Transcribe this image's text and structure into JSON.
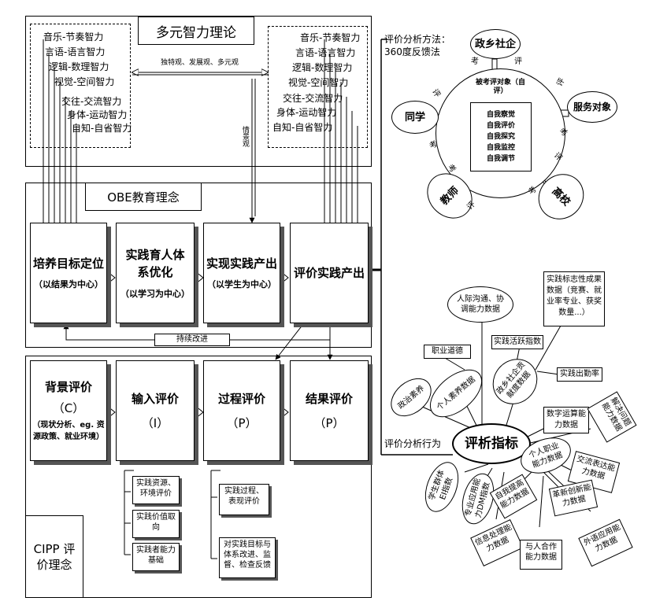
{
  "mi_title": "多元智力理论",
  "mi_left": [
    "音乐-节奏智力",
    "言语-语言智力",
    "逻辑-数理智力",
    "视觉-空间智力",
    "交往-交流智力",
    "身体-运动智力",
    "自知-自省智力"
  ],
  "mi_right": [
    "音乐-节奏智力",
    "言语-语言智力",
    "逻辑-数理智力",
    "视觉-空间智力",
    "交往-交流智力",
    "身体-运动智力",
    "自知-自省智力"
  ],
  "mi_views": "独特观、发展观、多元观",
  "situational_view": "情景观",
  "obe_title": "OBE教育理念",
  "obe_boxes": [
    {
      "title": "培养目标定位",
      "sub": "（以结果为中心）"
    },
    {
      "title": "实践育人体系优化",
      "sub": "（以学习为中心）"
    },
    {
      "title": "实现实践产出",
      "sub": "（以学生为中心）"
    },
    {
      "title": "评价实践产出",
      "sub": ""
    }
  ],
  "continuous": "持续改进",
  "cipp_boxes": [
    {
      "title": "背景评价",
      "letter": "（C）",
      "sub": "（现状分析、eg. 资源政策、就业环境）"
    },
    {
      "title": "输入评价",
      "letter": "（I）",
      "sub": ""
    },
    {
      "title": "过程评价",
      "letter": "（P）",
      "sub": ""
    },
    {
      "title": "结果评价",
      "letter": "（P）",
      "sub": ""
    }
  ],
  "input_items": [
    "实践资源、环境评价",
    "实践价值取向",
    "实践者能力基础"
  ],
  "process_items": [
    "实践过程、表现评价",
    "对实践目标与体系改进、监督、检查反馈"
  ],
  "cipp_label": "CIPP 评价理念",
  "feedback": {
    "method": "评价分析方法：360度反馈法",
    "center_title": "被考评对象（自评）",
    "center_items": [
      "自我察觉",
      "自我评价",
      "自我探究",
      "自我监控",
      "自我调节"
    ],
    "peers": [
      "政乡社企",
      "同学",
      "服务对象",
      "教师",
      "高校"
    ],
    "small_words": [
      "考",
      "评",
      "评",
      "考",
      "评",
      "考",
      "评",
      "考",
      "考",
      "评"
    ]
  },
  "indicators": {
    "behavior": "评价分析行为",
    "center": "评析指标",
    "nodes": [
      "人际沟通、协调能力数据",
      "职业道德",
      "政治素养",
      "个人素养数据",
      "实践活跃指数",
      "政乡社企贡献度数据",
      "实践标志性成果数据（竞赛、就业率专业、获奖数量...）",
      "实践出勤率",
      "数字运算能力数据",
      "解决问题能力数据",
      "个人职业能力数据",
      "交流表达能力数据",
      "学生群体EI指数",
      "专业应用能力DM指数",
      "自我提高能力数据",
      "革新创新能力数据",
      "信息处理能力数据",
      "与人合作能力数据",
      "外语应用能力数据"
    ]
  }
}
